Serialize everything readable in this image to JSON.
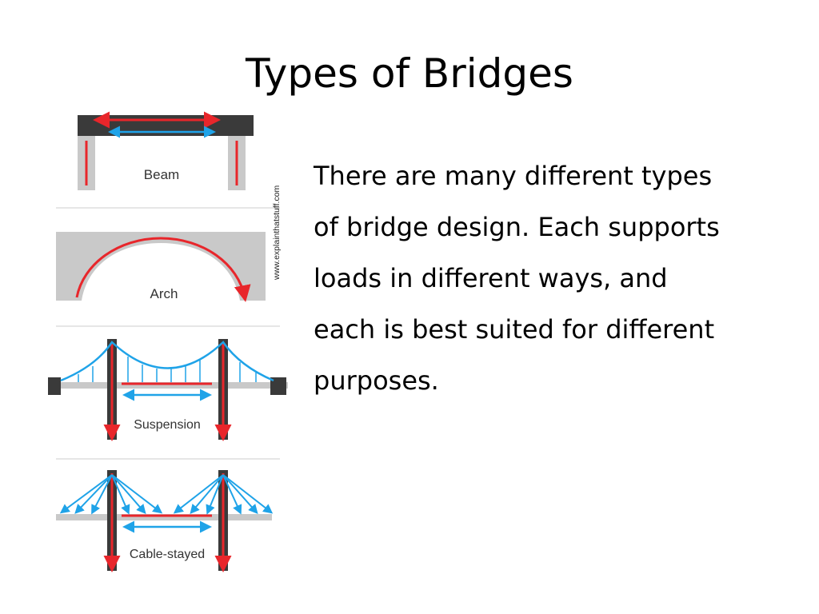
{
  "slide": {
    "title": "Types of Bridges",
    "body_lines": [
      "There are many different types",
      "of bridge design. Each supports",
      "loads in different ways, and",
      "each is best suited for different",
      "purposes."
    ]
  },
  "diagram": {
    "labels": {
      "beam": "Beam",
      "arch": "Arch",
      "suspension": "Suspension",
      "cable_stayed": "Cable-stayed"
    },
    "credit": "www.explainthatstuff.com",
    "colors": {
      "compression": "#e8262b",
      "tension": "#1fa3e8",
      "deck": "#3a3a3a",
      "structure": "#c9c9c9"
    }
  }
}
